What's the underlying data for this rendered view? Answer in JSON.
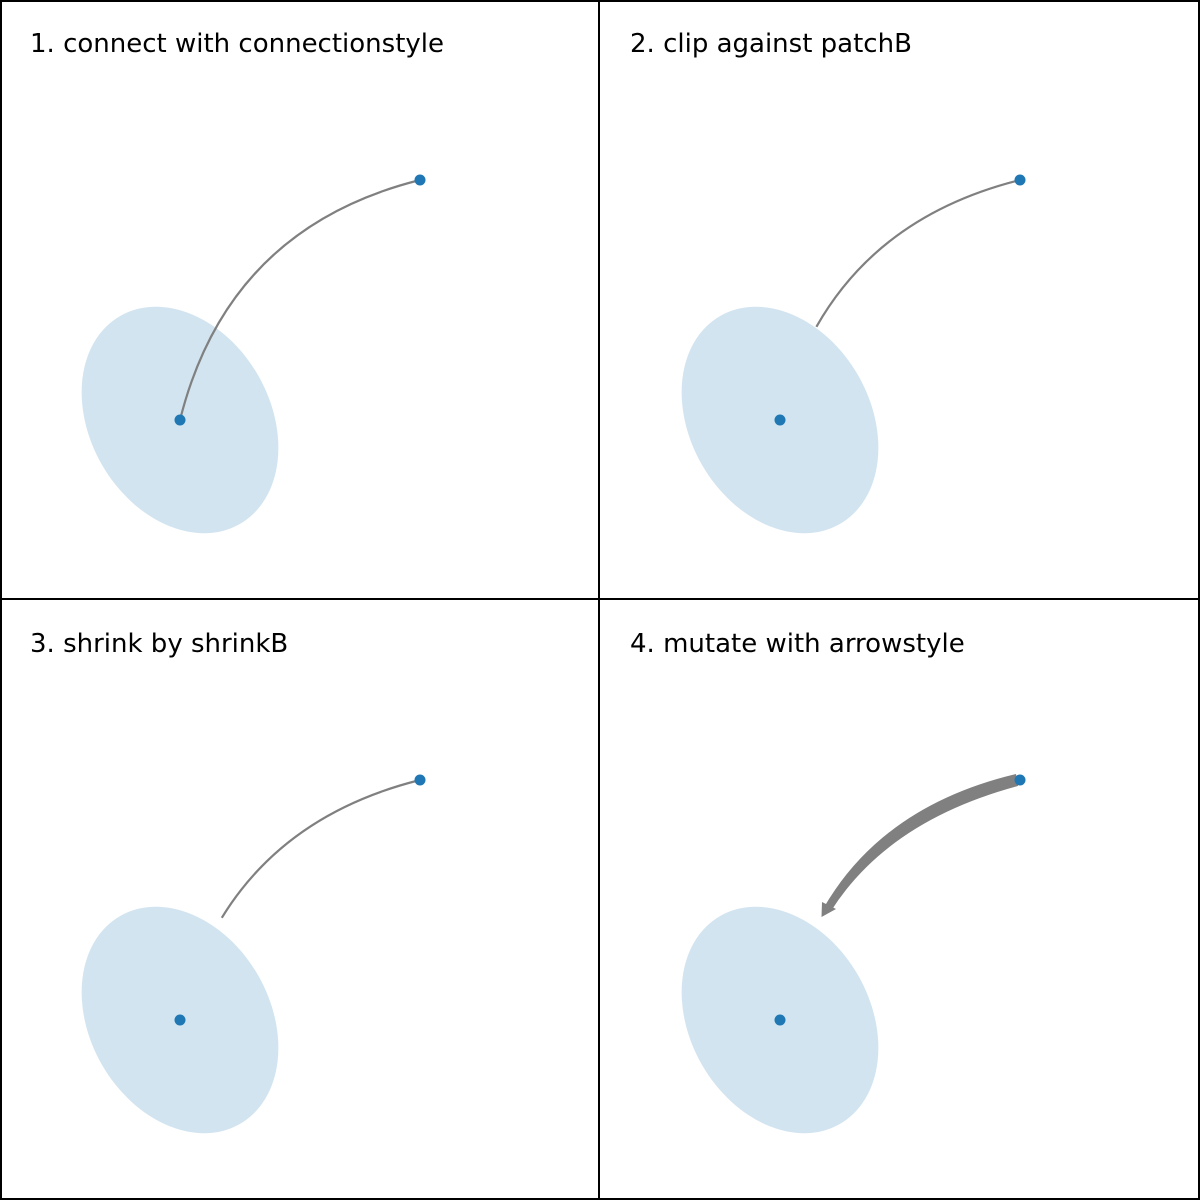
{
  "panels": [
    {
      "title": "1. connect with connectionstyle"
    },
    {
      "title": "2. clip against patchB"
    },
    {
      "title": "3. shrink by shrinkB"
    },
    {
      "title": "4. mutate with arrowstyle"
    }
  ],
  "colors": {
    "point": "#1f77b4",
    "ellipse": "#1f77b4",
    "connection": "#808080"
  }
}
